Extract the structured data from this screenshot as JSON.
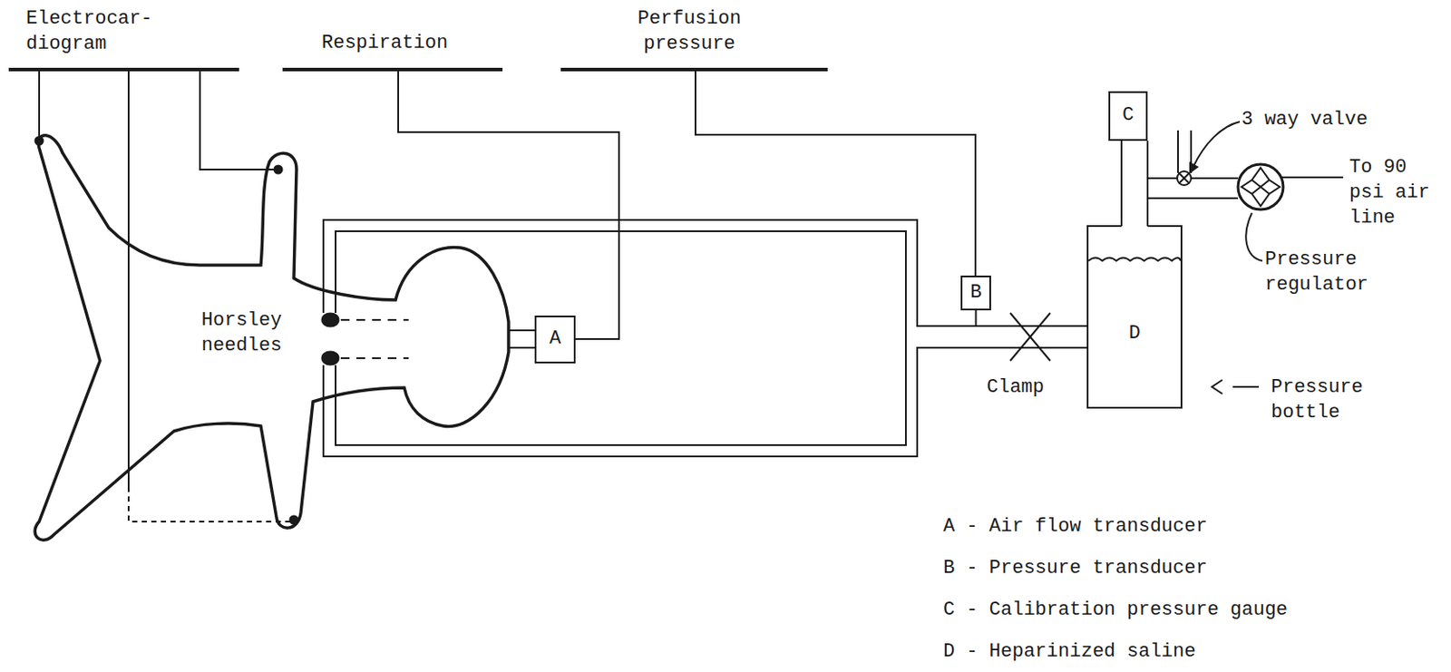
{
  "diagram": {
    "nodes": [
      {
        "text": [
          "A"
        ]
      },
      {
        "text": [
          "B"
        ]
      },
      {
        "text": [
          "C"
        ]
      },
      {
        "text": [
          "D"
        ]
      }
    ],
    "edges": [
      {
        "from": 1,
        "to": 3,
        "arrow": "none"
      },
      {
        "from": 2,
        "to": 3,
        "arrow": "none"
      }
    ],
    "labels": [
      "Electrocar- diogram",
      "Respiration",
      "Perfusion pressure",
      "Horsley needles",
      "Clamp",
      "3 way valve",
      "To 90 psi air line",
      "Pressure regulator",
      "Pressure bottle",
      "A - Air flow transducer",
      "B - Pressure transducer",
      "C - Calibration pressure gauge",
      "D - Heparinized saline"
    ]
  }
}
